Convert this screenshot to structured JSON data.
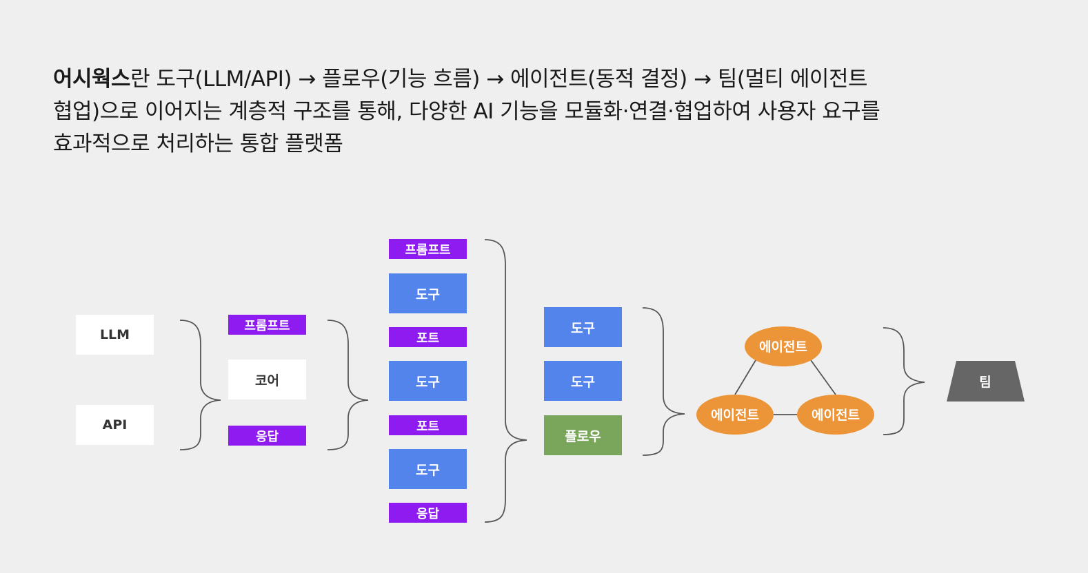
{
  "intro": {
    "bold_term": "어시웍스",
    "text_line1": "란 도구(LLM/API) → 플로우(기능 흐름) → 에이전트(동적 결정) → 팀(멀티 에이전트",
    "text_line2": "협업)으로 이어지는 계층적 구조를 통해, 다양한 AI 기능을 모듈화·연결·협업하여 사용자 요구를",
    "text_line3": "효과적으로 처리하는 통합 플랫폼"
  },
  "diagram": {
    "stage1": {
      "items": [
        "LLM",
        "API"
      ]
    },
    "stage2": {
      "items": [
        "프롬프트",
        "코어",
        "응답"
      ]
    },
    "stage3": {
      "items": [
        "프롬프트",
        "도구",
        "포트",
        "도구",
        "포트",
        "도구",
        "응답"
      ]
    },
    "stage4": {
      "items": [
        "도구",
        "도구",
        "플로우"
      ]
    },
    "stage5": {
      "agents": [
        "에이전트",
        "에이전트",
        "에이전트"
      ]
    },
    "stage6": {
      "label": "팀"
    }
  },
  "colors": {
    "background": "#efefef",
    "white_box": "#ffffff",
    "purple": "#8e1cf1",
    "blue": "#5384ec",
    "green": "#79a65b",
    "orange": "#ec9438",
    "team_gray": "#666666",
    "brace": "#555555"
  }
}
